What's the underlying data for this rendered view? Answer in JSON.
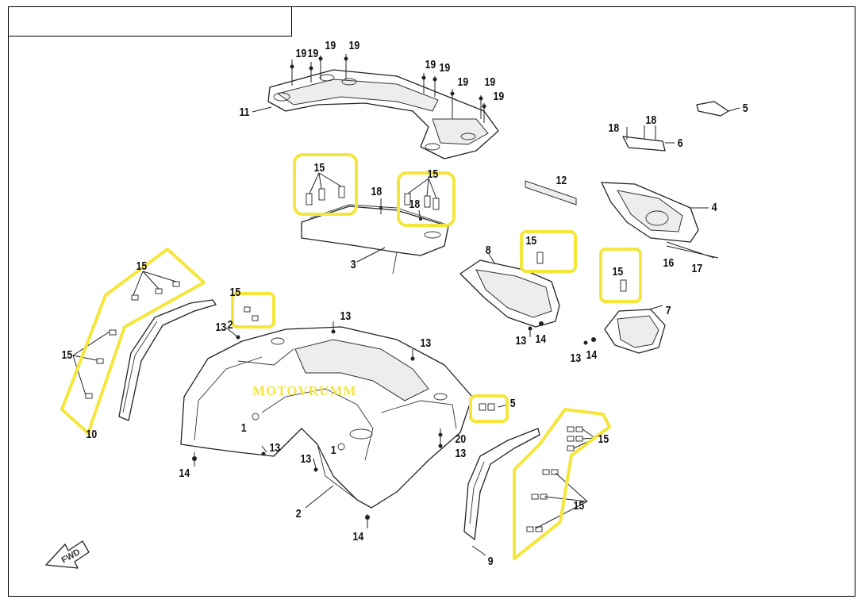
{
  "title_box": "",
  "watermark": "MOTOVRUMM",
  "fwd_label": "FWD",
  "colors": {
    "highlight": "#f5e63c",
    "watermark": "#f2e640",
    "line": "#222222"
  },
  "callouts": {
    "p1": "1",
    "p2": "2",
    "p3": "3",
    "p4": "4",
    "p5": "5",
    "p6": "6",
    "p7": "7",
    "p8": "8",
    "p9": "9",
    "p10": "10",
    "p11": "11",
    "p12": "12",
    "p13": "13",
    "p14": "14",
    "p15": "15",
    "p16": "16",
    "p17": "17",
    "p18": "18",
    "p19": "19",
    "p20": "20"
  }
}
